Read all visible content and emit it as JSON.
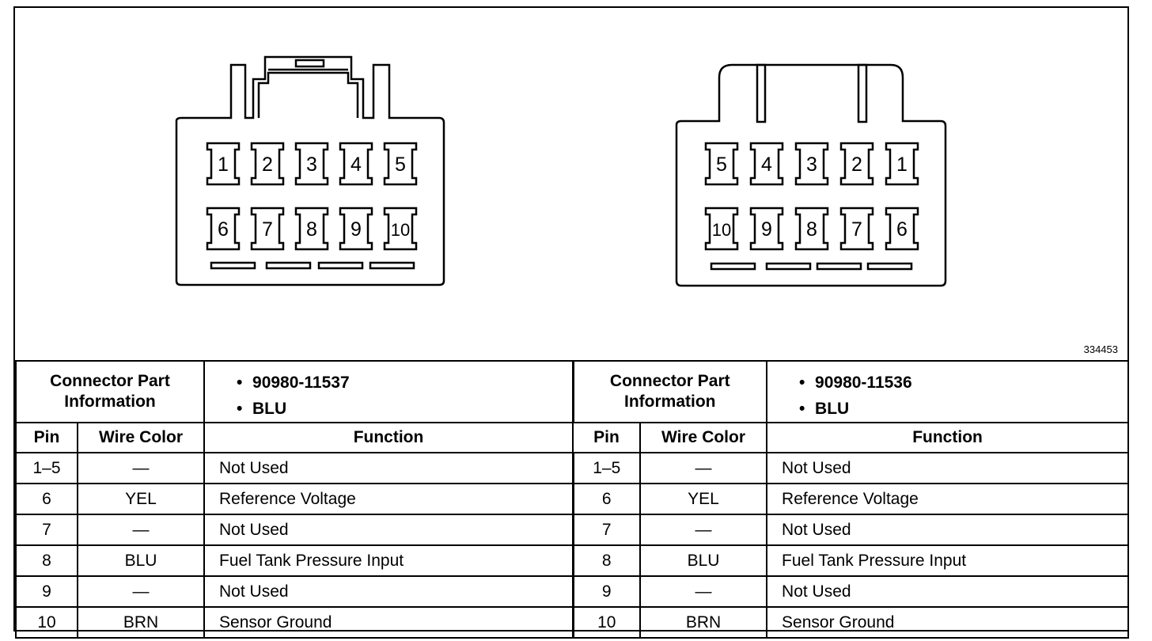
{
  "figure_id": "334453",
  "connectors": [
    {
      "name": "left",
      "pin_layout": [
        [
          "1",
          "2",
          "3",
          "4",
          "5"
        ],
        [
          "6",
          "7",
          "8",
          "9",
          "10"
        ]
      ],
      "part_info_label": "Connector Part Information",
      "part_number": "90980-11537",
      "color": "BLU"
    },
    {
      "name": "right",
      "pin_layout": [
        [
          "5",
          "4",
          "3",
          "2",
          "1"
        ],
        [
          "10",
          "9",
          "8",
          "7",
          "6"
        ]
      ],
      "part_info_label": "Connector Part Information",
      "part_number": "90980-11536",
      "color": "BLU"
    }
  ],
  "columns": {
    "pin": "Pin",
    "wire_color": "Wire Color",
    "function": "Function"
  },
  "bullet": "•",
  "rows": [
    {
      "pin": "1–5",
      "wire": "—",
      "function": "Not Used"
    },
    {
      "pin": "6",
      "wire": "YEL",
      "function": "Reference Voltage"
    },
    {
      "pin": "7",
      "wire": "—",
      "function": "Not Used"
    },
    {
      "pin": "8",
      "wire": "BLU",
      "function": "Fuel Tank Pressure Input"
    },
    {
      "pin": "9",
      "wire": "—",
      "function": "Not Used"
    },
    {
      "pin": "10",
      "wire": "BRN",
      "function": "Sensor Ground"
    }
  ]
}
